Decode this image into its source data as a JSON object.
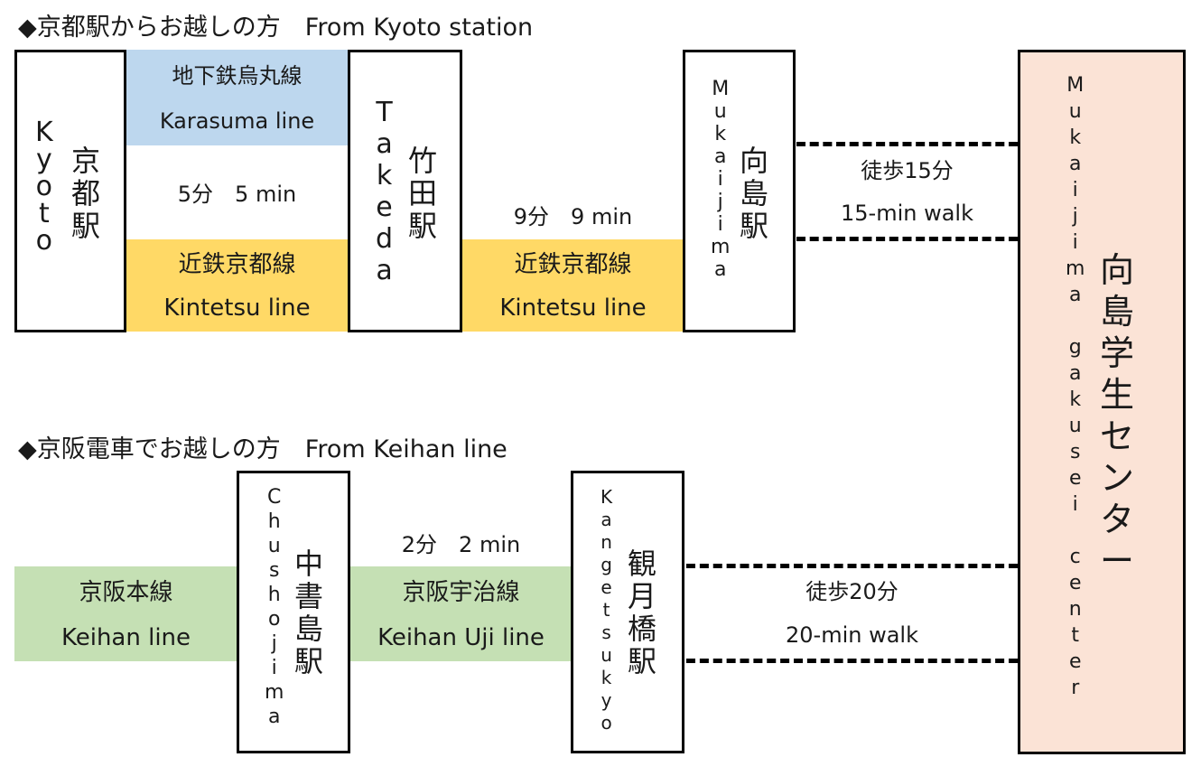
{
  "headings": {
    "kyoto": "◆京都駅からお越しの方　From Kyoto station",
    "keihan": "◆京阪電車でお越しの方　From Keihan line"
  },
  "stations": {
    "kyoto": {
      "en": "Kyoto",
      "jp": "京都駅"
    },
    "takeda": {
      "en": "Takeda",
      "jp": "竹田駅"
    },
    "mukaijima": {
      "en": "Mukaijima",
      "jp": "向島駅"
    },
    "chushojima": {
      "en": "Chushojima",
      "jp": "中書島駅"
    },
    "kangetsukyo": {
      "en": "Kangetsukyo",
      "jp": "観月橋駅"
    },
    "center": {
      "en": "Mukaijima gakusei center",
      "jp": "向島学生センター"
    }
  },
  "routes": {
    "karasuma": {
      "jp": "地下鉄烏丸線",
      "en": "Karasuma line"
    },
    "kyoto_takeda_time": "5分　5 min",
    "kintetsu1": {
      "jp": "近鉄京都線",
      "en": "Kintetsu line"
    },
    "takeda_mukaijima_time": "9分　9 min",
    "kintetsu2": {
      "jp": "近鉄京都線",
      "en": "Kintetsu line"
    },
    "walk1": {
      "jp": "徒歩15分",
      "en": "15-min walk"
    },
    "keihan_main": {
      "jp": "京阪本線",
      "en": "Keihan line"
    },
    "chushojima_kangetsukyo_time": "2分　2 min",
    "keihan_uji": {
      "jp": "京阪宇治線",
      "en": "Keihan Uji line"
    },
    "walk2": {
      "jp": "徒歩20分",
      "en": "20-min walk"
    }
  },
  "colors": {
    "karasuma": "#bdd7ee",
    "kintetsu": "#ffd966",
    "keihan": "#c5e0b4",
    "center": "#fbe3d6"
  }
}
